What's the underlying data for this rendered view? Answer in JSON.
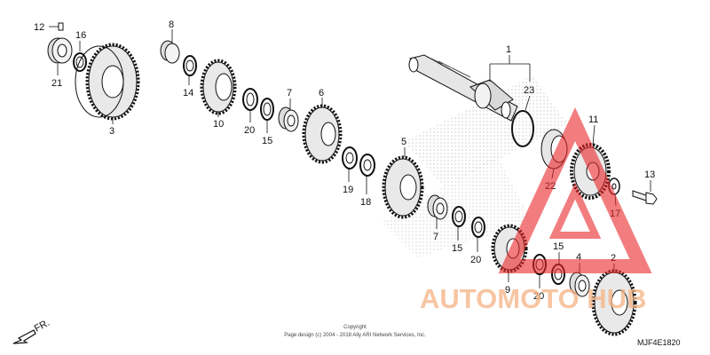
{
  "diagram": {
    "part_labels": {
      "p1": "1",
      "p2": "2",
      "p3": "3",
      "p4": "4",
      "p5": "5",
      "p6": "6",
      "p7a": "7",
      "p7b": "7",
      "p8": "8",
      "p9": "9",
      "p10": "10",
      "p11": "11",
      "p12": "12",
      "p13": "13",
      "p14": "14",
      "p15a": "15",
      "p15b": "15",
      "p15c": "15",
      "p16": "16",
      "p17": "17",
      "p18": "18",
      "p19": "19",
      "p20a": "20",
      "p20b": "20",
      "p20c": "20",
      "p21": "21",
      "p22": "22",
      "p23": "23"
    },
    "direction_label": "FR.",
    "copyright_line1": "Copyright",
    "copyright_line2": "Page design (c) 2004 - 2018 Ally ARI Network Services, Inc.",
    "diagram_code": "MJF4E1820"
  },
  "watermark": {
    "text": "AUTOMOTO HUB",
    "color": "#e8272a"
  }
}
